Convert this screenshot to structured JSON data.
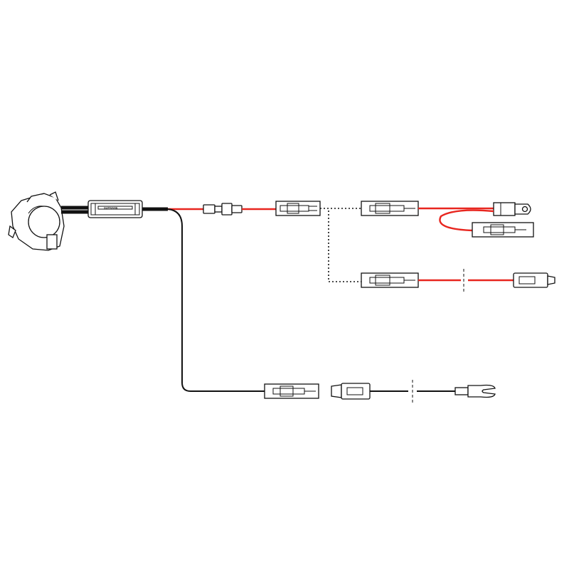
{
  "diagram": {
    "fuse_label": "SUPRANE",
    "colors": {
      "positive_wire": "#e8261f",
      "negative_wire": "#111111",
      "outline": "#111111",
      "background": "#ffffff"
    },
    "components": [
      "handlebar-clamp-switch",
      "inline-fuse-holder",
      "bullet-connector",
      "female-spade-connector",
      "ring-terminal",
      "male-spade-connector",
      "fork-terminal"
    ]
  }
}
